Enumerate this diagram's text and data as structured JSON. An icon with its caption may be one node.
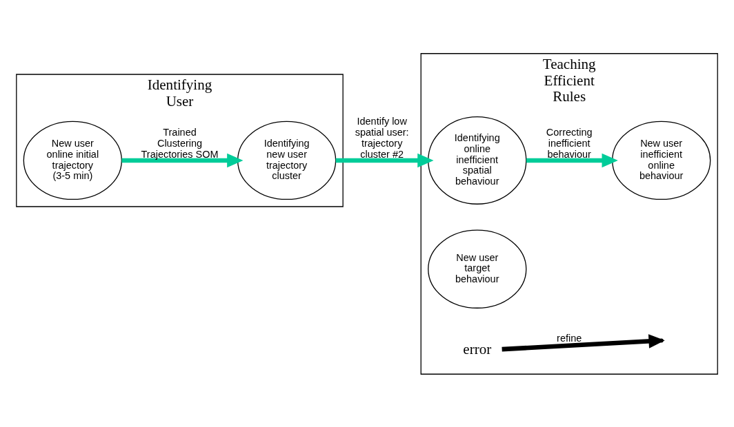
{
  "diagram": {
    "nodes": [
      {
        "text": [
          "Identifying User"
        ]
      },
      {
        "text": [
          "Identifying new user trajectory cluster"
        ],
        "in": 0
      },
      {
        "text": [
          "New user online initial trajectory (3-5 min)"
        ],
        "in": 0
      },
      {
        "text": [
          "Teaching Efficient Rules"
        ]
      },
      {
        "text": [
          "Identifying online inefficient spatial behaviour"
        ],
        "in": 3
      },
      {
        "text": [
          "New user inefficient online behaviour"
        ],
        "in": 3
      },
      {
        "text": [
          "New user target behaviour"
        ],
        "in": 3
      },
      {
        "text": [
          "error"
        ],
        "in": 3
      }
    ],
    "edges": [
      {
        "from": 2,
        "to": 1,
        "arrow": "to",
        "label": "Trained Clustering Trajectories SOM"
      },
      {
        "from": 1,
        "to": 4,
        "arrow": "to",
        "label": "Identify low spatial user: trajectory cluster #2"
      },
      {
        "from": 4,
        "to": 5,
        "arrow": "to",
        "label": "Correcting inefficient behaviour"
      },
      {
        "from": 7,
        "to": null,
        "arrow": "to",
        "label": "refine",
        "color": "#000000"
      }
    ]
  }
}
